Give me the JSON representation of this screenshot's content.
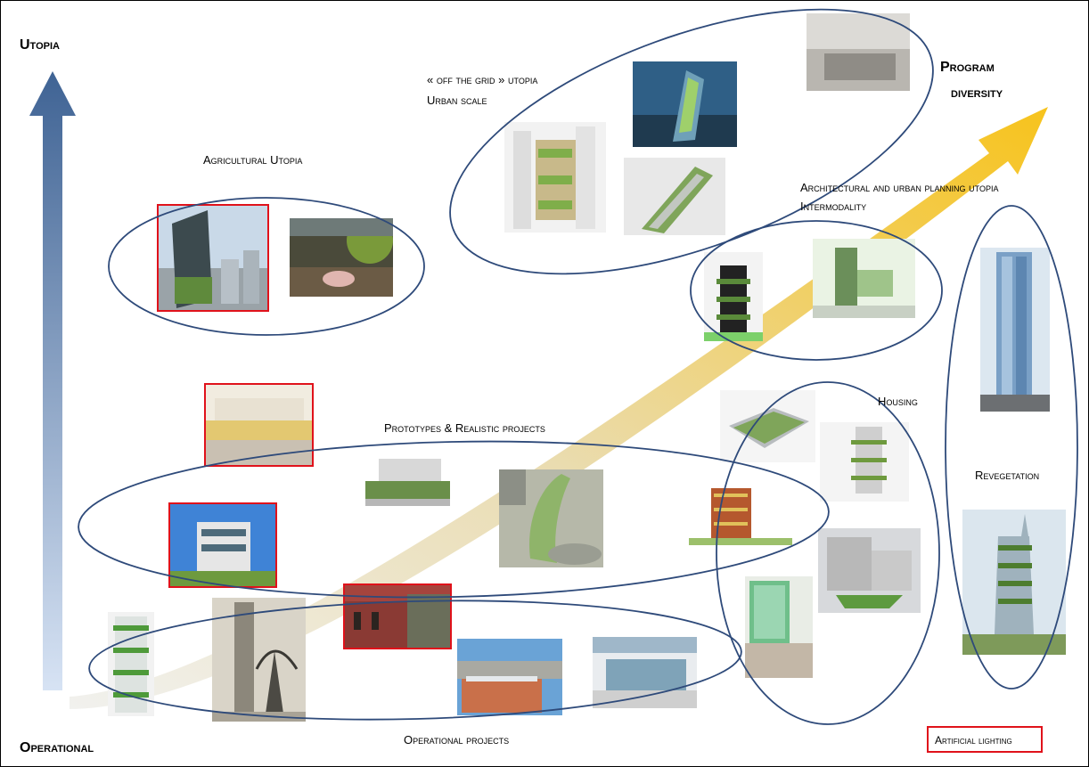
{
  "labels": {
    "utopia": "Utopia",
    "operational": "Operational",
    "program_diversity_line1": "Program",
    "program_diversity_line2": "diversity",
    "agricultural_utopia": "Agricultural Utopia",
    "off_grid_line1": "« off the grid » utopia",
    "off_grid_line2": "Urban scale",
    "arch_urban_line1": "Architectural and urban planning utopia",
    "arch_urban_line2": "Intermodality",
    "prototypes": "Prototypes & Realistic projects",
    "housing": "Housing",
    "revegetation": "Revegetation",
    "operational_projects": "Operational projects",
    "artificial_lighting": "Artificial lighting"
  },
  "colors": {
    "ellipse_stroke": "#2e4a7a",
    "red_frame": "#e0121b",
    "utopia_arrow_top": "#3f6394",
    "utopia_arrow_bottom": "#d7e3f4",
    "diversity_arrow_top": "#f7c31c",
    "diversity_arrow_bottom": "#e8e3cf"
  }
}
